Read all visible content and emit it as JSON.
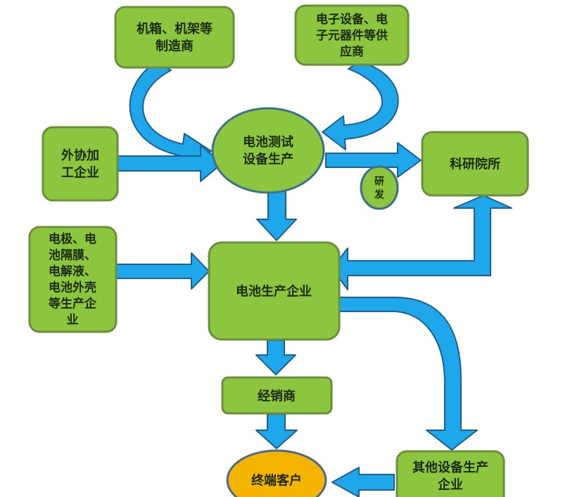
{
  "diagram": {
    "colors": {
      "node_fill": "#8cc63f",
      "node_stroke": "#6b8f3a",
      "customer_fill": "#f5b400",
      "customer_stroke": "#4a6b8a",
      "circle_stroke": "#3d6f8f",
      "arrow_fill": "#1ea7ea",
      "arrow_stroke": "#1f5f8f",
      "text": "#1c2a10"
    },
    "nodes": {
      "chassis": {
        "lines": [
          "机箱、机架等",
          "制造商"
        ]
      },
      "electronics": {
        "lines": [
          "电子设备、电",
          "子元器件等供",
          "应商"
        ]
      },
      "outsourcing": {
        "lines": [
          "外协加",
          "工企业"
        ]
      },
      "test_equipment": {
        "lines": [
          "电池测试",
          "设备生产"
        ]
      },
      "research": {
        "lines": [
          "科研院所"
        ]
      },
      "rnd": {
        "lines": [
          "研",
          "发"
        ]
      },
      "materials": {
        "lines": [
          "电极、电",
          "池隔膜、",
          "电解液、",
          "电池外壳",
          "等生产企",
          "业"
        ]
      },
      "battery_maker": {
        "lines": [
          "电池生产企业"
        ]
      },
      "distributor": {
        "lines": [
          "经销商"
        ]
      },
      "end_customer": {
        "lines": [
          "终端客户"
        ]
      },
      "other_equipment": {
        "lines": [
          "其他设备生产",
          "企业"
        ]
      }
    },
    "edges": [
      {
        "from": "机箱、机架等制造商",
        "to": "电池测试设备生产"
      },
      {
        "from": "电子设备、电子元器件等供应商",
        "to": "电池测试设备生产"
      },
      {
        "from": "外协加工企业",
        "to": "电池测试设备生产"
      },
      {
        "from": "电池测试设备生产",
        "to": "科研院所",
        "label": "研发"
      },
      {
        "from": "电池测试设备生产",
        "to": "电池生产企业"
      },
      {
        "from": "电极、电池隔膜、电解液、电池外壳等生产企业",
        "to": "电池生产企业"
      },
      {
        "from": "科研院所",
        "to": "电池生产企业",
        "bidirectional": true
      },
      {
        "from": "电池生产企业",
        "to": "经销商"
      },
      {
        "from": "电池生产企业",
        "to": "其他设备生产企业"
      },
      {
        "from": "经销商",
        "to": "终端客户"
      },
      {
        "from": "其他设备生产企业",
        "to": "终端客户"
      }
    ]
  }
}
